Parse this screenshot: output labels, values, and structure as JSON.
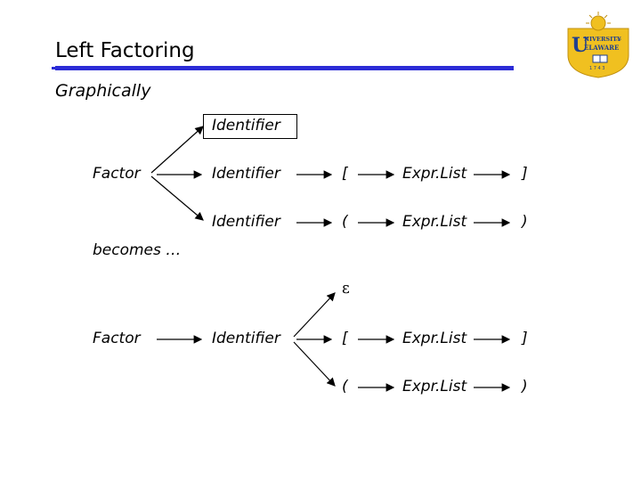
{
  "slide": {
    "title": "Left Factoring",
    "subtitle": "Graphically",
    "becomes": "becomes …"
  },
  "before": {
    "factor": "Factor",
    "top_identifier": "Identifier",
    "row1": [
      "Identifier",
      "[",
      "Expr.List",
      "]"
    ],
    "row2": [
      "Identifier",
      "(",
      "Expr.List",
      ")"
    ]
  },
  "after": {
    "factor": "Factor",
    "identifier": "Identifier",
    "epsilon": "ε",
    "row1": [
      "[",
      "Expr.List",
      "]"
    ],
    "row2": [
      "(",
      "Expr.List",
      ")"
    ]
  },
  "logo": {
    "name": "UNIVERSITY OF DELAWARE",
    "year": "1743",
    "colors": {
      "gold": "#f0c020",
      "blue": "#1f3f8f"
    }
  }
}
